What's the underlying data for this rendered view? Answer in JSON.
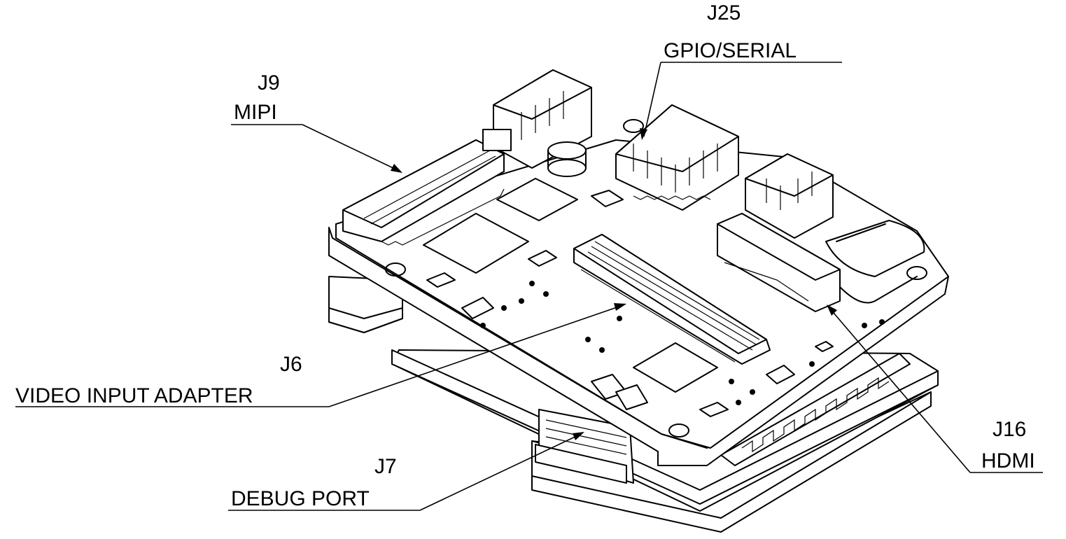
{
  "callouts": [
    {
      "id": "j25",
      "ref": "J25",
      "name": "GPIO/SERIAL"
    },
    {
      "id": "j9",
      "ref": "J9",
      "name": "MIPI"
    },
    {
      "id": "j6",
      "ref": "J6",
      "name": "VIDEO INPUT ADAPTER"
    },
    {
      "id": "j7",
      "ref": "J7",
      "name": "DEBUG PORT"
    },
    {
      "id": "j16",
      "ref": "J16",
      "name": "HDMI"
    }
  ]
}
